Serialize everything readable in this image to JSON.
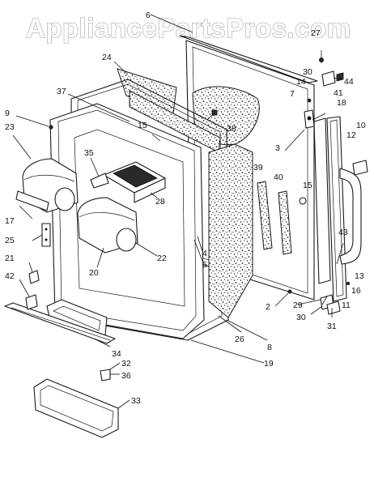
{
  "watermark": "AppliancePartsPros.com",
  "callouts": [
    {
      "id": "6",
      "text": "6"
    },
    {
      "id": "27",
      "text": "27"
    },
    {
      "id": "24",
      "text": "24"
    },
    {
      "id": "30a",
      "text": "30"
    },
    {
      "id": "44",
      "text": "44"
    },
    {
      "id": "14",
      "text": "14"
    },
    {
      "id": "41",
      "text": "41"
    },
    {
      "id": "37",
      "text": "37"
    },
    {
      "id": "7",
      "text": "7"
    },
    {
      "id": "18",
      "text": "18"
    },
    {
      "id": "9",
      "text": "9"
    },
    {
      "id": "15a",
      "text": "15"
    },
    {
      "id": "10",
      "text": "10"
    },
    {
      "id": "23",
      "text": "23"
    },
    {
      "id": "38",
      "text": "38"
    },
    {
      "id": "3",
      "text": "3"
    },
    {
      "id": "12",
      "text": "12"
    },
    {
      "id": "35",
      "text": "35"
    },
    {
      "id": "39",
      "text": "39"
    },
    {
      "id": "40",
      "text": "40"
    },
    {
      "id": "15b",
      "text": "15"
    },
    {
      "id": "28",
      "text": "28"
    },
    {
      "id": "17",
      "text": "17"
    },
    {
      "id": "25",
      "text": "25"
    },
    {
      "id": "43",
      "text": "43"
    },
    {
      "id": "20",
      "text": "20"
    },
    {
      "id": "22",
      "text": "22"
    },
    {
      "id": "4",
      "text": "4"
    },
    {
      "id": "5",
      "text": "5"
    },
    {
      "id": "13",
      "text": "13"
    },
    {
      "id": "21",
      "text": "21"
    },
    {
      "id": "42",
      "text": "42"
    },
    {
      "id": "16",
      "text": "16"
    },
    {
      "id": "2",
      "text": "2"
    },
    {
      "id": "29",
      "text": "29"
    },
    {
      "id": "11",
      "text": "11"
    },
    {
      "id": "30b",
      "text": "30"
    },
    {
      "id": "31",
      "text": "31"
    },
    {
      "id": "34",
      "text": "34"
    },
    {
      "id": "26",
      "text": "26"
    },
    {
      "id": "8",
      "text": "8"
    },
    {
      "id": "32",
      "text": "32"
    },
    {
      "id": "36",
      "text": "36"
    },
    {
      "id": "19",
      "text": "19"
    },
    {
      "id": "33",
      "text": "33"
    }
  ]
}
